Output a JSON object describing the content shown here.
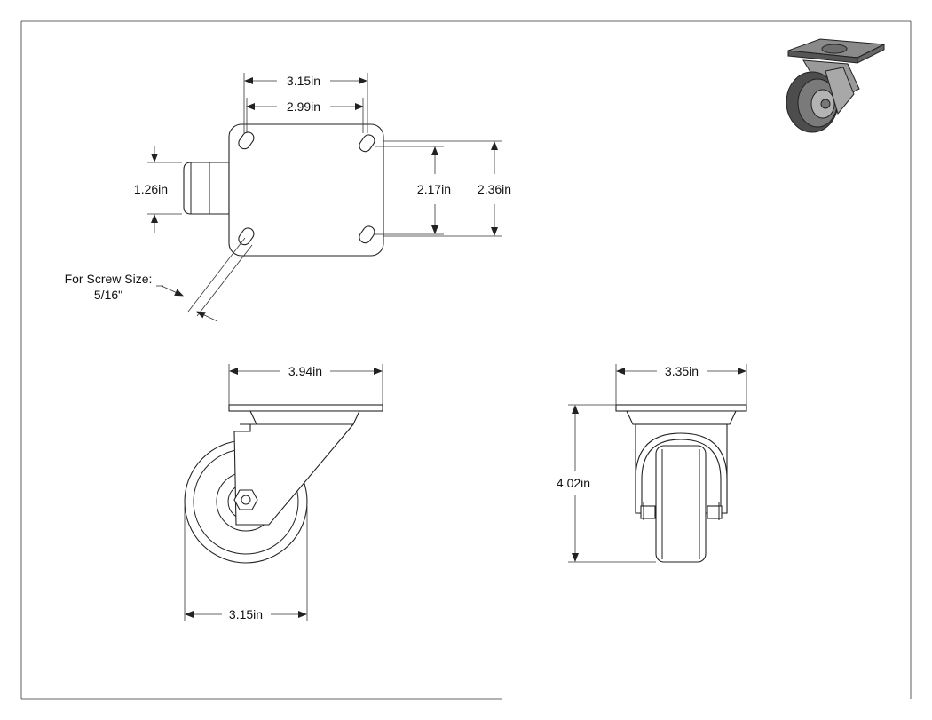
{
  "drawing": {
    "top_view": {
      "plate_outer_width": "3.15in",
      "bolt_spacing_width": "2.99in",
      "bolt_spacing_height": "2.17in",
      "plate_height": "2.36in",
      "swivel_housing": "1.26in",
      "screw_note_line1": "For Screw Size:",
      "screw_note_line2": "5/16\""
    },
    "side_view": {
      "plate_length": "3.94in",
      "wheel_diameter": "3.15in"
    },
    "front_view": {
      "plate_width": "3.35in",
      "overall_height": "4.02in"
    },
    "iso_view": {
      "icon": "caster-isometric-icon"
    },
    "colors": {
      "line": "#222222",
      "render_dark": "#555555",
      "render_light": "#aaaaaa"
    }
  }
}
